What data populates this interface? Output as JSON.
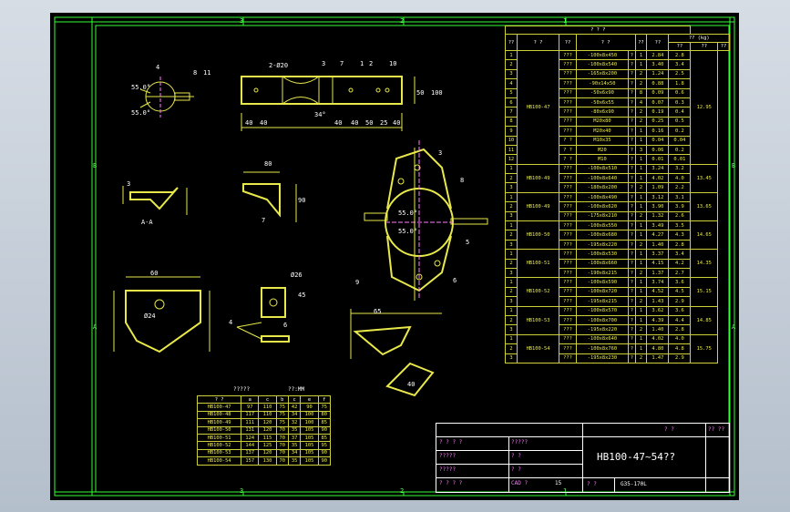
{
  "colors": {
    "line": "#e8e84a",
    "green": "#33ff33",
    "white": "#ffffff",
    "magenta": "#ff7bff",
    "cyan": "#33e0ff",
    "sheet": "#000000"
  },
  "rulers": {
    "top": [
      "3",
      "2",
      "1"
    ],
    "bottom": [
      "3",
      "2",
      "1"
    ],
    "left": [
      "B",
      "A"
    ],
    "right": [
      "B",
      "A"
    ]
  },
  "bom": {
    "title": "? ? ?",
    "head_cols": [
      "??",
      "? ?",
      "??",
      "? ?",
      "??",
      "??",
      "?? (kg)"
    ],
    "head_sub": [
      "??",
      "??",
      "??"
    ],
    "groups": [
      {
        "code": "HB100-47",
        "total": "12.95",
        "rows": [
          [
            "1",
            "???",
            "-100x8x450",
            "?",
            "1",
            "2.84",
            "2.8"
          ],
          [
            "2",
            "???",
            "-100x8x540",
            "?",
            "1",
            "3.40",
            "3.4"
          ],
          [
            "3",
            "???",
            "-165x8x200",
            "?",
            "2",
            "1.24",
            "2.5"
          ],
          [
            "4",
            "???",
            "-90x14x50",
            "?",
            "2",
            "0.88",
            "1.8"
          ],
          [
            "5",
            "???",
            "-50x6x90",
            "?",
            "8",
            "0.09",
            "0.6"
          ],
          [
            "6",
            "???",
            "-50x6x55",
            "?",
            "4",
            "0.07",
            "0.3"
          ],
          [
            "7",
            "???",
            "-80x6x90",
            "?",
            "2",
            "0.19",
            "0.4"
          ],
          [
            "8",
            "???",
            "M20x80",
            "?",
            "2",
            "0.25",
            "0.5"
          ],
          [
            "9",
            "???",
            "M20x40",
            "?",
            "1",
            "0.16",
            "0.2"
          ],
          [
            "10",
            "? ?",
            "M10x35",
            "?",
            "1",
            "0.04",
            "0.04"
          ],
          [
            "11",
            "? ?",
            "M20",
            "?",
            "3",
            "0.06",
            "0.2"
          ],
          [
            "12",
            "? ?",
            "M10",
            "?",
            "1",
            "0.01",
            "0.01"
          ]
        ]
      },
      {
        "code": "HB100-49",
        "total": "13.45",
        "rows": [
          [
            "1",
            "???",
            "-100x8x510",
            "?",
            "1",
            "3.24",
            "3.2"
          ],
          [
            "2",
            "???",
            "-100x8x640",
            "?",
            "1",
            "4.02",
            "4.0"
          ],
          [
            "3",
            "???",
            "-180x8x200",
            "?",
            "2",
            "1.09",
            "2.2"
          ]
        ]
      },
      {
        "code": "HB100-49",
        "total": "13.65",
        "rows": [
          [
            "1",
            "???",
            "-100x8x490",
            "?",
            "1",
            "3.12",
            "3.1"
          ],
          [
            "2",
            "???",
            "-100x8x620",
            "?",
            "1",
            "3.90",
            "3.9"
          ],
          [
            "3",
            "???",
            "-175x8x210",
            "?",
            "2",
            "1.32",
            "2.6"
          ]
        ]
      },
      {
        "code": "HB100-50",
        "total": "14.65",
        "rows": [
          [
            "1",
            "???",
            "-100x8x550",
            "?",
            "1",
            "3.49",
            "3.5"
          ],
          [
            "2",
            "???",
            "-100x8x680",
            "?",
            "1",
            "4.27",
            "4.3"
          ],
          [
            "3",
            "???",
            "-195x8x220",
            "?",
            "2",
            "1.40",
            "2.8"
          ]
        ]
      },
      {
        "code": "HB100-51",
        "total": "14.35",
        "rows": [
          [
            "1",
            "???",
            "-100x8x530",
            "?",
            "1",
            "3.37",
            "3.4"
          ],
          [
            "2",
            "???",
            "-100x8x660",
            "?",
            "1",
            "4.15",
            "4.2"
          ],
          [
            "3",
            "???",
            "-190x8x215",
            "?",
            "2",
            "1.37",
            "2.7"
          ]
        ]
      },
      {
        "code": "HB100-52",
        "total": "15.15",
        "rows": [
          [
            "1",
            "???",
            "-100x8x590",
            "?",
            "1",
            "3.74",
            "3.6"
          ],
          [
            "2",
            "???",
            "-100x8x720",
            "?",
            "1",
            "4.52",
            "4.5"
          ],
          [
            "3",
            "???",
            "-195x8x215",
            "?",
            "2",
            "1.43",
            "2.9"
          ]
        ]
      },
      {
        "code": "HB100-53",
        "total": "14.85",
        "rows": [
          [
            "1",
            "???",
            "-100x8x570",
            "?",
            "1",
            "3.62",
            "3.6"
          ],
          [
            "2",
            "???",
            "-100x8x700",
            "?",
            "1",
            "4.39",
            "4.4"
          ],
          [
            "3",
            "???",
            "-195x8x220",
            "?",
            "2",
            "1.40",
            "2.8"
          ]
        ]
      },
      {
        "code": "HB100-54",
        "total": "15.75",
        "rows": [
          [
            "1",
            "???",
            "-100x8x640",
            "?",
            "1",
            "4.02",
            "4.0"
          ],
          [
            "2",
            "???",
            "-100x8x760",
            "?",
            "1",
            "4.80",
            "4.8"
          ],
          [
            "3",
            "???",
            "-195x8x230",
            "?",
            "2",
            "1.47",
            "2.9"
          ]
        ]
      }
    ]
  },
  "dimtable": {
    "title_left": "?????",
    "title_right": "??:MM",
    "head": [
      "? ?",
      "a",
      "c",
      "b",
      "c",
      "e",
      "f"
    ],
    "rows": [
      [
        "HB100-47",
        "97",
        "110",
        "75",
        "42",
        "90",
        "75"
      ],
      [
        "HB100-48",
        "117",
        "110",
        "75",
        "34",
        "100",
        "80"
      ],
      [
        "HB100-49",
        "111",
        "120",
        "75",
        "32",
        "100",
        "85"
      ],
      [
        "HB100-50",
        "131",
        "120",
        "70",
        "35",
        "105",
        "90"
      ],
      [
        "HB100-51",
        "124",
        "115",
        "70",
        "37",
        "105",
        "85"
      ],
      [
        "HB100-52",
        "144",
        "125",
        "70",
        "35",
        "105",
        "95"
      ],
      [
        "HB100-53",
        "137",
        "120",
        "70",
        "34",
        "105",
        "90"
      ],
      [
        "HB100-54",
        "157",
        "130",
        "70",
        "35",
        "105",
        "90"
      ]
    ]
  },
  "titleblock": {
    "left": [
      "? ? ? ?",
      "?????",
      "?????",
      "? ? ? ?",
      "? ? ? ?"
    ],
    "mid": [
      "?????",
      "? ?",
      "? ?",
      "? ?",
      "CAD ?"
    ],
    "title": "HB100-47~54??",
    "code": "G35-170L",
    "right_top": "? ?",
    "right_top2": "?? ??",
    "sheet_label": "? ?",
    "scale": "1:",
    "count": "15"
  },
  "labels": {
    "angle_55a": "55.0°",
    "angle_55b": "55.0°",
    "angle_34": "34°",
    "dia20": "2-Ø20",
    "dim40": "40",
    "dim50": "50",
    "dim25": "25",
    "dim100": "100",
    "dim80": "80",
    "dim90": "90",
    "dim60": "60",
    "dim65": "65",
    "dim45": "45",
    "dim6": "6",
    "dia26": "Ø26",
    "dia24": "Ø24",
    "secA": "A-A",
    "n1": "1",
    "n2": "2",
    "n3": "3",
    "n4": "4",
    "n5": "5",
    "n6": "6",
    "n7": "7",
    "n8": "8",
    "n9": "9",
    "n10": "10",
    "n11": "11",
    "n12": "12"
  }
}
